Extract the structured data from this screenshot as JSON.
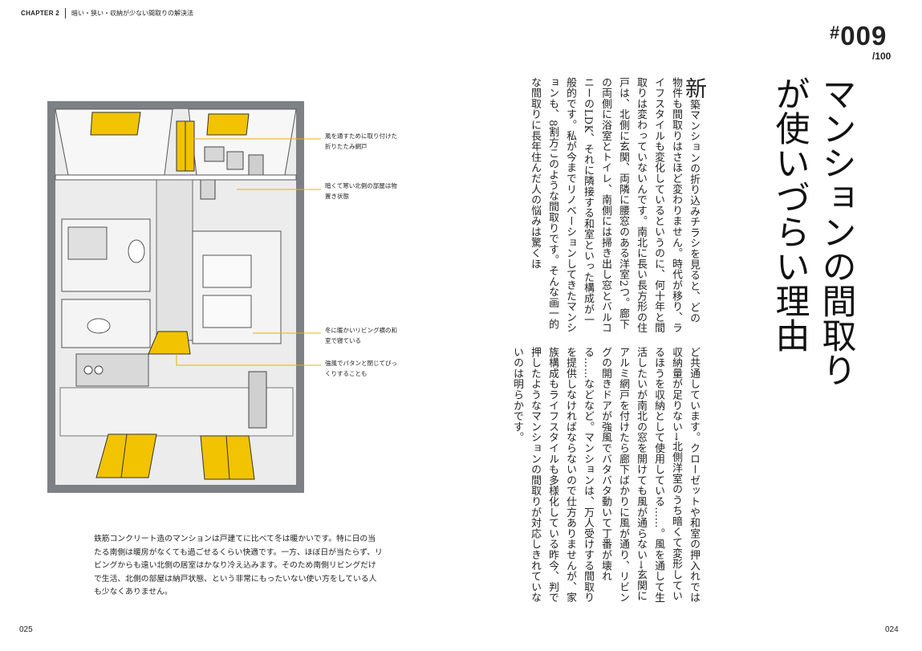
{
  "header": {
    "chapter": "CHAPTER 2",
    "section": "暗い・狭い・収納が少ない間取りの解決法"
  },
  "pages": {
    "left": "025",
    "right": "024"
  },
  "number": {
    "main": "009",
    "hash": "#",
    "total": "/100"
  },
  "title": "マンションの間取りが使いづらい理由",
  "body": {
    "dropcap": "新",
    "part1": "築マンションの折り込みチラシを見ると、どの物件も間取りはさほど変わりません。時代が移り、ライフスタイルも変化しているというのに、何十年と間取りは変わっていないんです。南北に長い長方形の住戸は、北側に玄関、両隣に腰窓のある洋室2つ。廊下の両側に浴室とトイレ、南側には掃き出し窓とバルコニーのLDK、それに隣接する和室といった構成が一般的です。私が今までリノベーションしてきたマンションも、8割方このような間取りです。そんな画一的な間取りに長年住んだ人の悩みは驚くほ",
    "part2": "ど共通しています。クローゼットや和室の押入れでは収納量が足りない→北側洋室のうち暗くて変形しているほうを収納として使用している……。風を通して生活したいが南北の窓を開けても風が通らない→玄関にアルミ網戸を付けたら廊下ばかりに風が通り、リビングの開きドアが強風でバタバタ動いて丁番が壊れる……などなど。マンションは、万人受けする間取りを提供しなければならないので仕方ありませんが、家族構成もライフスタイルも多様化している昨今、判で押したようなマンションの間取りが対応しきれていないのは明らかです。"
  },
  "annotations": [
    "風を通すために取り付けた折りたたみ網戸",
    "暗くて寒い北側の部屋は物置き状態",
    "冬に暖かいリビング横の和室で寝ている",
    "強風でバタンと閉じてびっくりすることも"
  ],
  "caption": "鉄筋コンクリート造のマンションは戸建てに比べて冬は暖かいです。特に日の当たる南側は暖房がなくても過ごせるくらい快適です。一方、ほぼ日が当たらず、リビングからも遠い北側の居室はかなり冷え込みます。そのため南側リビングだけで生活、北側の部屋は納戸状態、という非常にもったいない使い方をしている人も少なくありません。",
  "colors": {
    "accent": "#f2c300",
    "wall": "#7d8186",
    "floor": "#e6e6e6"
  }
}
